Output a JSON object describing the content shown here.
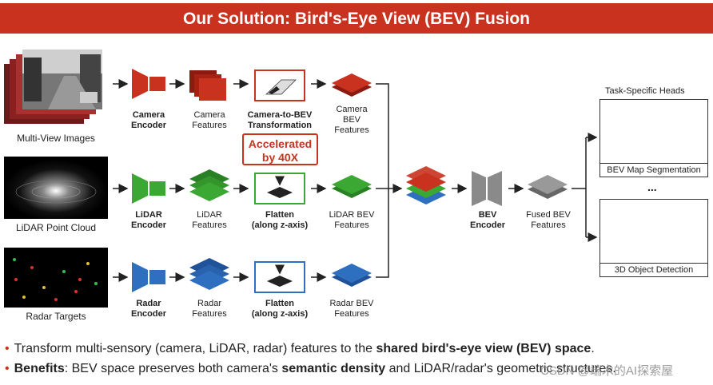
{
  "title": "Our Solution: Bird's-Eye View (BEV) Fusion",
  "inputs": {
    "camera": "Multi-View Images",
    "lidar": "LiDAR Point Cloud",
    "radar": "Radar Targets"
  },
  "encoders": {
    "camera": "Camera\nEncoder",
    "lidar": "LiDAR\nEncoder",
    "radar": "Radar\nEncoder"
  },
  "features": {
    "camera": "Camera\nFeatures",
    "lidar": "LiDAR\nFeatures",
    "radar": "Radar\nFeatures"
  },
  "transforms": {
    "camera": "Camera-to-BEV\nTransformation",
    "lidar": "Flatten\n(along z-axis)",
    "radar": "Flatten\n(along z-axis)"
  },
  "accelerated": "Accelerated\nby 40X",
  "bev_features": {
    "camera": "Camera\nBEV\nFeatures",
    "lidar": "LiDAR BEV\nFeatures",
    "radar": "Radar BEV\nFeatures"
  },
  "bev_encoder": "BEV\nEncoder",
  "fused": "Fused BEV\nFeatures",
  "task_heads_title": "Task-Specific Heads",
  "task_heads": {
    "map": "BEV Map Segmentation",
    "ellipsis": "...",
    "det": "3D Object Detection"
  },
  "bullets": {
    "b1_pre": "Transform multi-sensory (camera, LiDAR, radar) features to the ",
    "b1_bold": "shared bird's-eye view (BEV) space",
    "b1_post": ".",
    "b2_bold1": "Benefits",
    "b2_mid1": ": BEV space preserves both camera's ",
    "b2_bold2": "semantic density",
    "b2_mid2": " and LiDAR/radar's geometric structures."
  },
  "watermark": "CSDN @端木的AI探索屋",
  "colors": {
    "accent": "#c8321e",
    "camera": "#c8321e",
    "lidar": "#3aa832",
    "radar": "#2f6fc0",
    "encoder_gray": "#8a8a8a"
  }
}
